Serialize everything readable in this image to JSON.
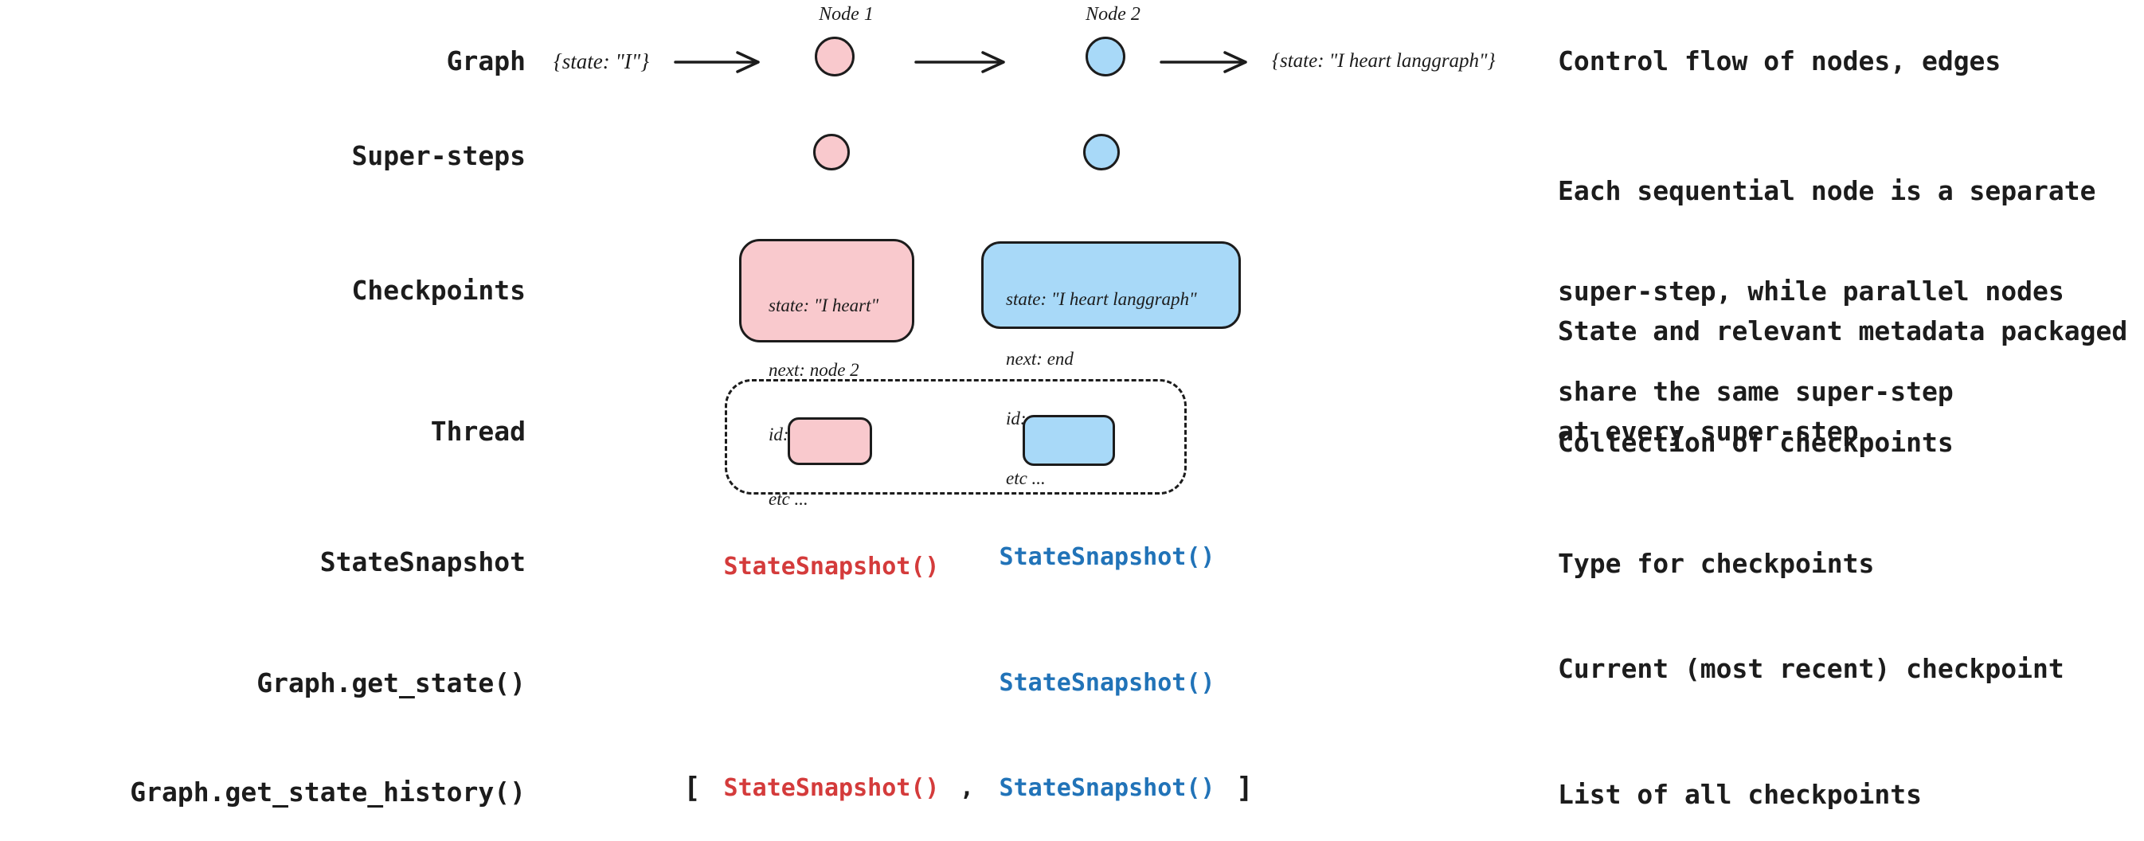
{
  "colors": {
    "ink": "#1c1c1c",
    "pink": "#f9c9cd",
    "blue": "#a8d9f8",
    "red_code": "#d43b3b",
    "blue_code": "#2173b8"
  },
  "rows": [
    {
      "label": "Graph",
      "description": "Control flow of nodes, edges"
    },
    {
      "label": "Super-steps",
      "description_lines": [
        "Each sequential node is a separate",
        "super-step, while parallel nodes",
        "share the same super-step"
      ]
    },
    {
      "label": "Checkpoints",
      "description_lines": [
        "State and relevant metadata packaged",
        "at every super-step"
      ]
    },
    {
      "label": "Thread",
      "description": "Collection of checkpoints"
    },
    {
      "label": "StateSnapshot",
      "description": "Type for checkpoints"
    },
    {
      "label": "Graph.get_state()",
      "description": "Current (most recent) checkpoint"
    },
    {
      "label": "Graph.get_state_history()",
      "description": "List of all checkpoints"
    }
  ],
  "graph_flow": {
    "input_state": "{state: \"I\"}",
    "node1_label": "Node 1",
    "node2_label": "Node 2",
    "output_state": "{state: \"I heart langgraph\"}"
  },
  "checkpoints": {
    "pink_box_lines": [
      "state: \"I heart\"",
      "next: node 2",
      "id: ...",
      "etc ..."
    ],
    "blue_box_lines": [
      "state: \"I heart langgraph\"",
      "next: end",
      "id: ...",
      "etc ..."
    ]
  },
  "statesnapshot_row": {
    "red": "StateSnapshot()",
    "blue": "StateSnapshot()"
  },
  "get_state_row": {
    "value": "StateSnapshot()"
  },
  "history_row": {
    "bracket_open": "[",
    "first": "StateSnapshot()",
    "comma": ",",
    "second": "StateSnapshot()",
    "bracket_close": "]"
  }
}
